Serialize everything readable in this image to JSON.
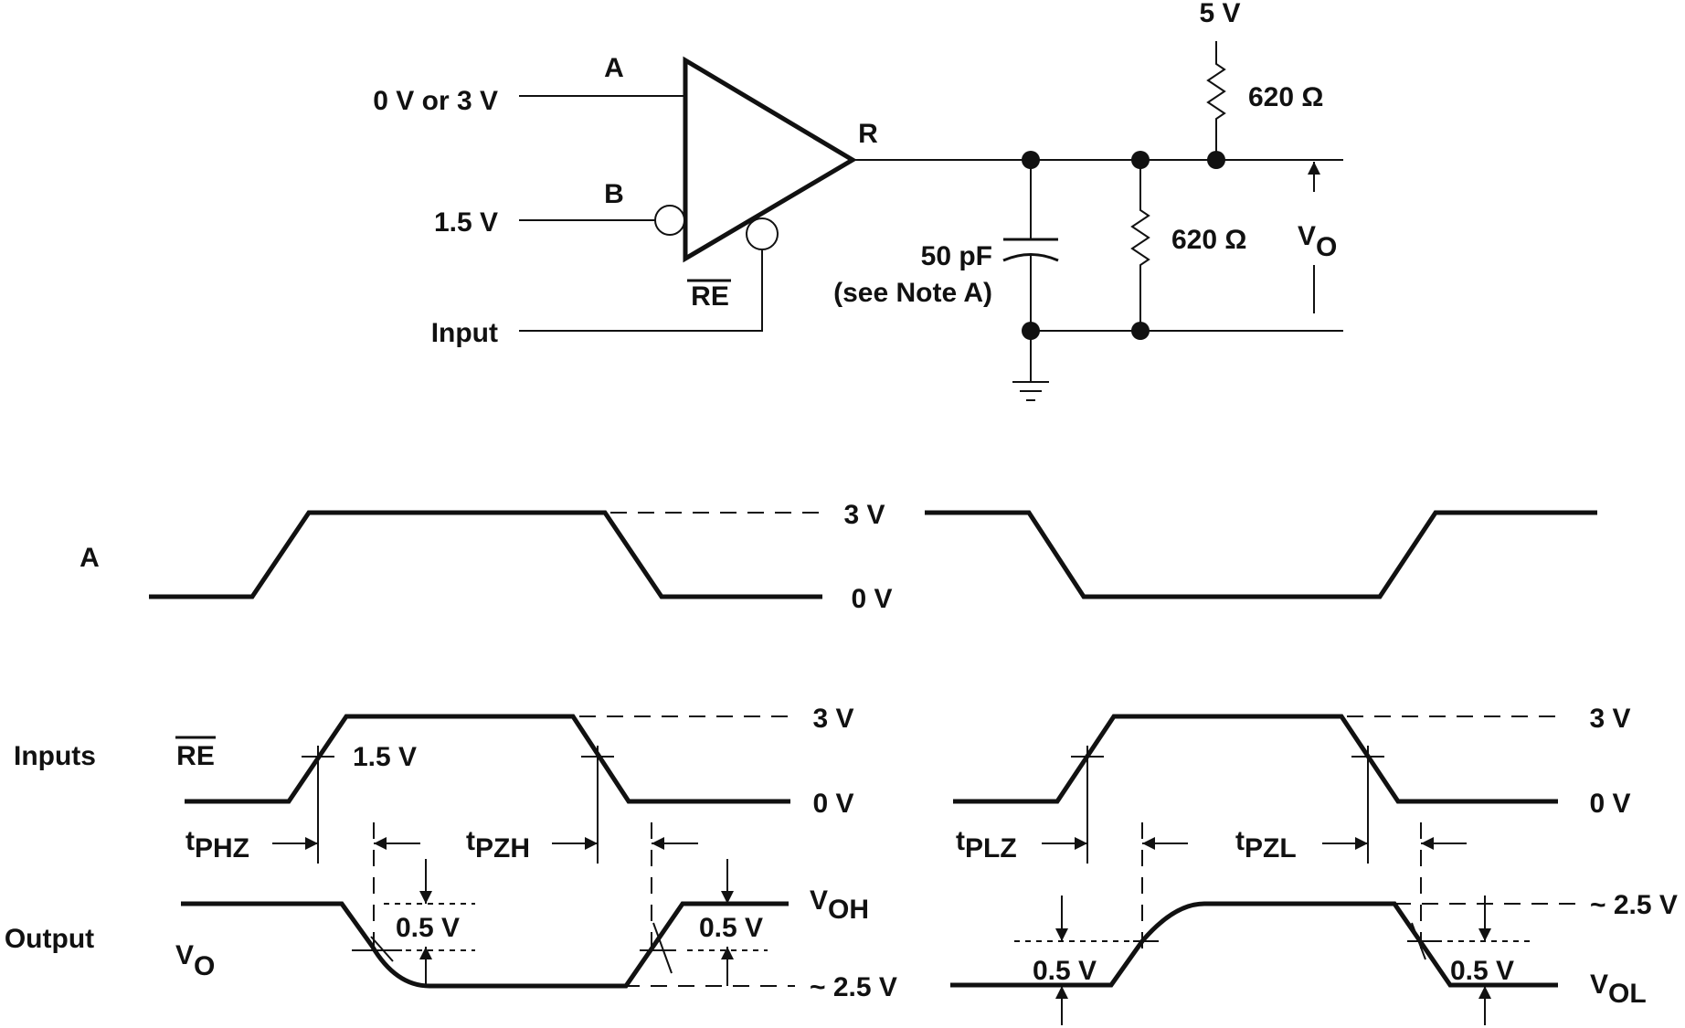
{
  "colors": {
    "ink": "#111111",
    "background": "#ffffff"
  },
  "circuit": {
    "input_a_value": "0 V or 3 V",
    "pin_a": "A",
    "input_b_value": "1.5 V",
    "pin_b": "B",
    "enable_pin": "RE",
    "input_label": "Input",
    "output_pin": "R",
    "supply": "5 V",
    "pullup_resistor": "620 Ω",
    "pulldown_resistor": "620 Ω",
    "capacitor": "50 pF",
    "capacitor_note": "(see Note A)",
    "output_voltage": "V",
    "output_voltage_sub": "O"
  },
  "waveforms": {
    "a_label": "A",
    "a_high": "3 V",
    "a_low": "0 V",
    "inputs_label": "Inputs",
    "re_label": "RE",
    "re_threshold": "1.5 V",
    "left_re_high": "3 V",
    "left_re_low": "0 V",
    "right_re_high": "3 V",
    "right_re_low": "0 V",
    "output_label": "Output",
    "vo_label": "V",
    "vo_sub": "O",
    "t_phz": "t",
    "t_phz_sub": "PHZ",
    "t_pzh": "t",
    "t_pzh_sub": "PZH",
    "t_plz": "t",
    "t_plz_sub": "PLZ",
    "t_pzl": "t",
    "t_pzl_sub": "PZL",
    "left_delta_1": "0.5 V",
    "left_delta_2": "0.5 V",
    "right_delta_1": "0.5 V",
    "right_delta_2": "0.5 V",
    "voh": "V",
    "voh_sub": "OH",
    "vol": "V",
    "vol_sub": "OL",
    "left_mid_level": "~ 2.5 V",
    "right_mid_level": "~ 2.5 V"
  }
}
